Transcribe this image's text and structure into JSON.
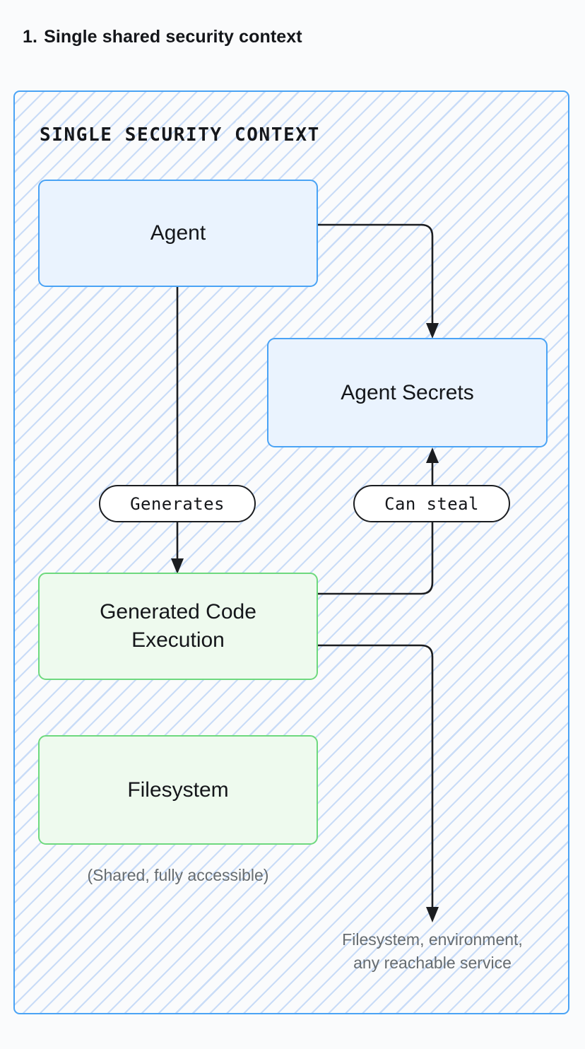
{
  "page": {
    "title_number": "1.",
    "title_text": "Single shared security context",
    "background_color": "#fafbfc"
  },
  "diagram": {
    "type": "flowchart",
    "container": {
      "label": "SINGLE SECURITY CONTEXT",
      "border_color": "#4aa3f5",
      "fill": "hatched",
      "hatch_color": "#c9dcf7"
    },
    "nodes": [
      {
        "id": "agent",
        "label": "Agent",
        "style": "blue",
        "fill": "#eaf3fe",
        "border": "#4aa3f5"
      },
      {
        "id": "agent_secrets",
        "label": "Agent Secrets",
        "style": "blue",
        "fill": "#eaf3fe",
        "border": "#4aa3f5"
      },
      {
        "id": "code_exec",
        "label": "Generated Code\nExecution",
        "label_line1": "Generated Code",
        "label_line2": "Execution",
        "style": "green",
        "fill": "#eefaee",
        "border": "#6ed97e"
      },
      {
        "id": "filesystem",
        "label": "Filesystem",
        "style": "green",
        "fill": "#eefaee",
        "border": "#6ed97e"
      }
    ],
    "edges": [
      {
        "from": "agent",
        "to": "agent_secrets",
        "label": ""
      },
      {
        "from": "agent",
        "to": "code_exec",
        "label": "Generates"
      },
      {
        "from": "code_exec",
        "to": "agent_secrets",
        "label": "Can steal"
      },
      {
        "from": "code_exec",
        "to": "external",
        "label": ""
      }
    ],
    "captions": {
      "shared": "(Shared, fully accessible)",
      "reachable_line1": "Filesystem, environment,",
      "reachable_line2": "any reachable service",
      "caption_color": "#666c70"
    }
  }
}
